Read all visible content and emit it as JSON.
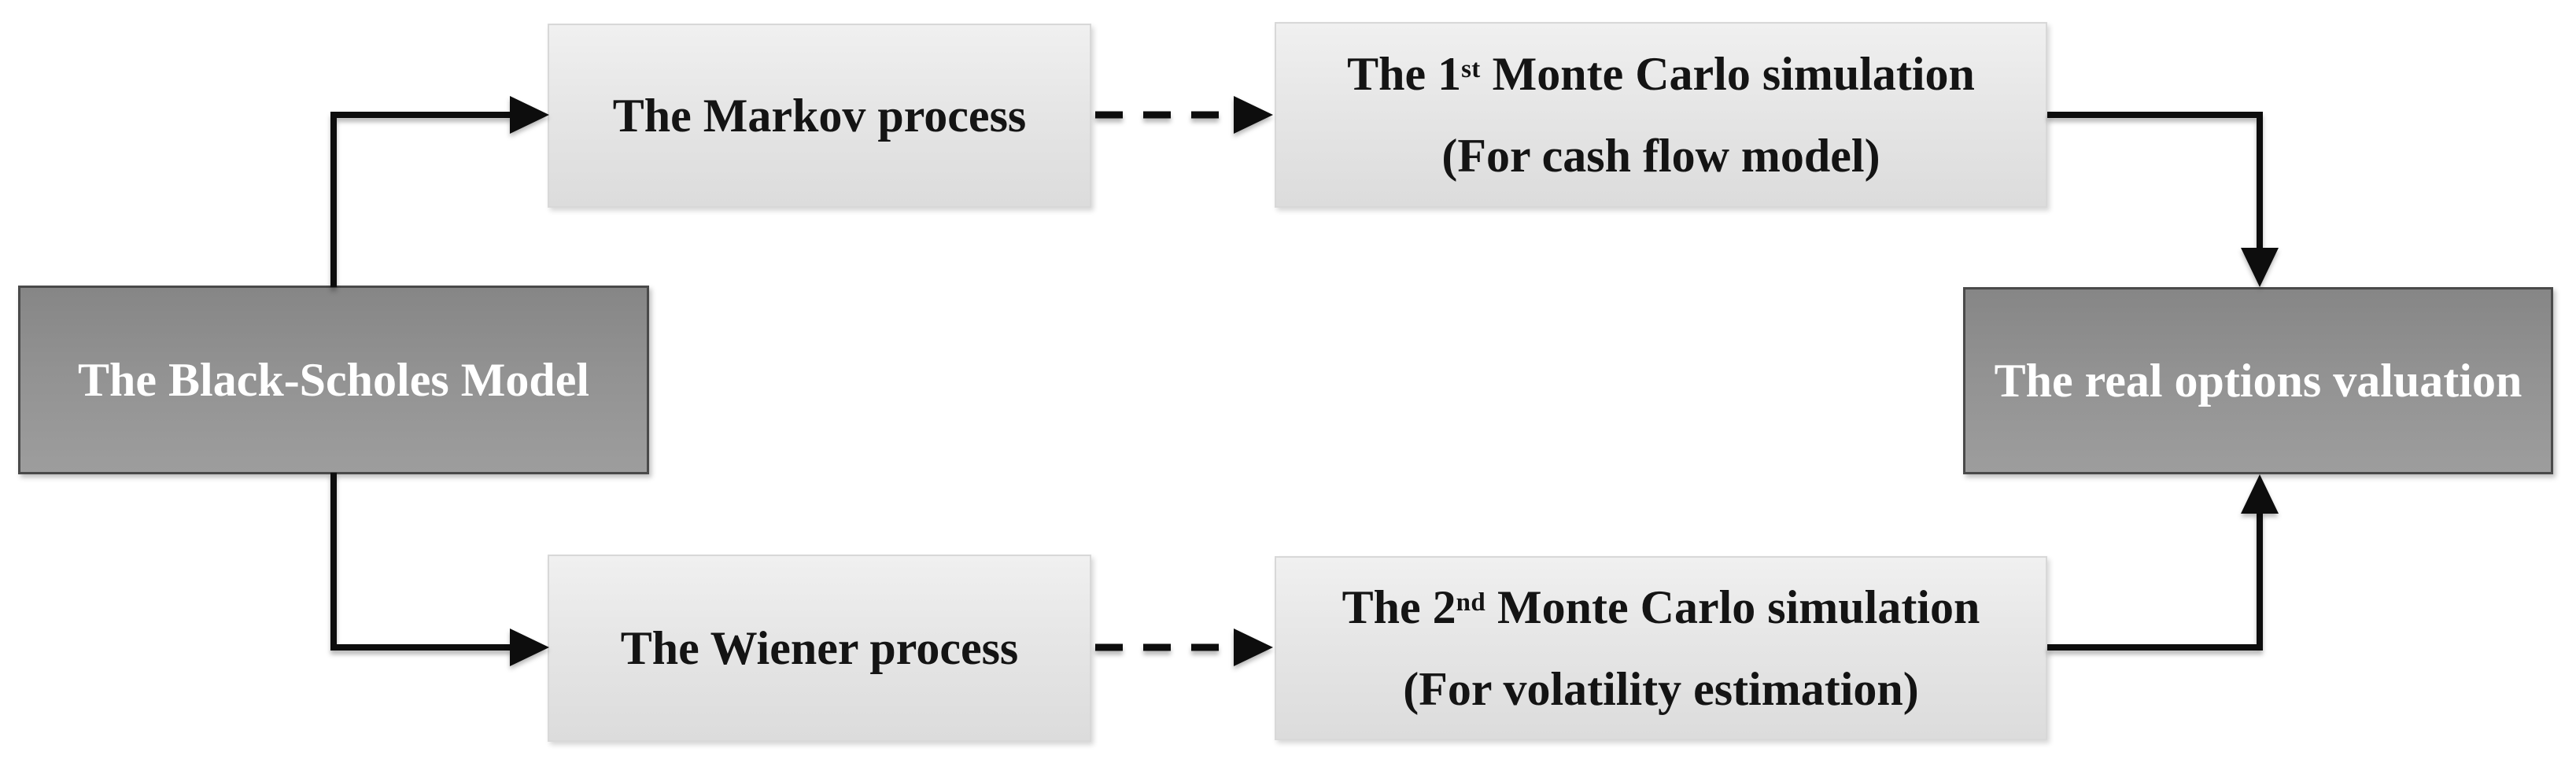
{
  "nodes": {
    "black_scholes": {
      "label": "The Black-Scholes Model"
    },
    "markov": {
      "label": "The Markov process"
    },
    "mc1": {
      "line1_prefix": "The 1",
      "line1_sup": "st",
      "line1_rest": " Monte Carlo simulation",
      "line2": "(For cash flow model)"
    },
    "wiener": {
      "label": "The Wiener process"
    },
    "mc2": {
      "line1_prefix": "The 2",
      "line1_sup": "nd",
      "line1_rest": " Monte Carlo simulation",
      "line2": "(For volatility estimation)"
    },
    "real_options": {
      "label": "The real options valuation"
    }
  },
  "edges": [
    {
      "from": "The Black-Scholes Model",
      "to": "The Markov process",
      "style": "solid-elbow-arrow"
    },
    {
      "from": "The Black-Scholes Model",
      "to": "The Wiener process",
      "style": "solid-elbow-arrow"
    },
    {
      "from": "The Markov process",
      "to": "The 1st Monte Carlo simulation",
      "style": "dashed-arrow"
    },
    {
      "from": "The Wiener process",
      "to": "The 2nd Monte Carlo simulation",
      "style": "dashed-arrow"
    },
    {
      "from": "The 1st Monte Carlo simulation",
      "to": "The real options valuation",
      "style": "solid-elbow-arrow"
    },
    {
      "from": "The 2nd Monte Carlo simulation",
      "to": "The real options valuation",
      "style": "solid-elbow-arrow"
    }
  ],
  "colors": {
    "background": "#ffffff",
    "dark_box_fill_top": "#868686",
    "dark_box_fill_bottom": "#9d9d9d",
    "dark_box_border": "#4a4a4a",
    "dark_box_text": "#ffffff",
    "light_box_fill_top": "#f0f0f0",
    "light_box_fill_bottom": "#dcdcdc",
    "light_box_border": "#d8d8d8",
    "light_box_text": "#141414",
    "arrow": "#0d0d0d"
  }
}
